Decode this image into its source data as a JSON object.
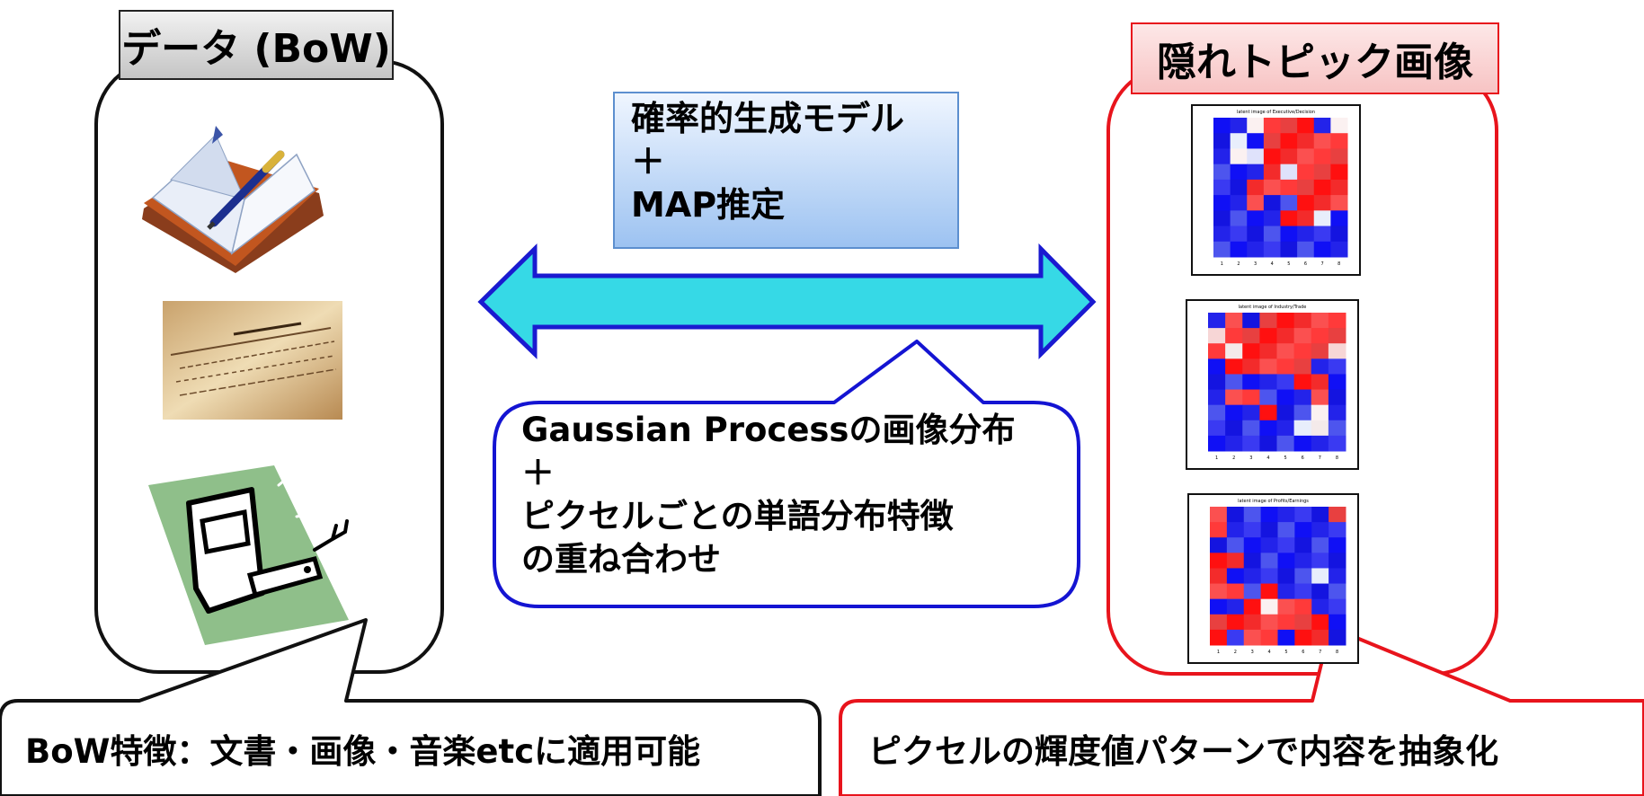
{
  "left_panel": {
    "title": "データ (BoW)",
    "caption": "BoW特徴：文書・画像・音楽etcに適用可能",
    "icons": [
      "book-pen-icon",
      "document-photo-icon",
      "notebook-clipart-icon"
    ]
  },
  "center": {
    "model_box": {
      "line1": "確率的生成モデル",
      "line2": "＋",
      "line3": "MAP推定"
    },
    "arrow_icon": "double-arrow-icon",
    "callout": {
      "line1": "Gaussian Processの画像分布",
      "line2": "＋",
      "line3": "ピクセルごとの単語分布特徴",
      "line4": "の重ね合わせ"
    }
  },
  "right_panel": {
    "title": "隠れトピック画像",
    "caption": "ピクセルの輝度値パターンで内容を抽象化",
    "heatmap_titles": [
      "latent image of Executive/Decision",
      "latent image of Industry/Trade",
      "latent image of Profits/Earnings"
    ],
    "heatmap_x_ticks": [
      "1",
      "2",
      "3",
      "4",
      "5",
      "6",
      "7",
      "8"
    ]
  },
  "colors": {
    "left_border": "#111111",
    "right_border": "#e8141c",
    "callout_border": "#1414d2",
    "arrow_fill": "#36d9e6",
    "arrow_stroke": "#1a1ad0",
    "model_box_fill_top": "#eef5ff",
    "model_box_fill_bottom": "#9fc4f2",
    "left_title_fill": "#d4d4d4",
    "right_title_fill": "#fad2d2"
  }
}
